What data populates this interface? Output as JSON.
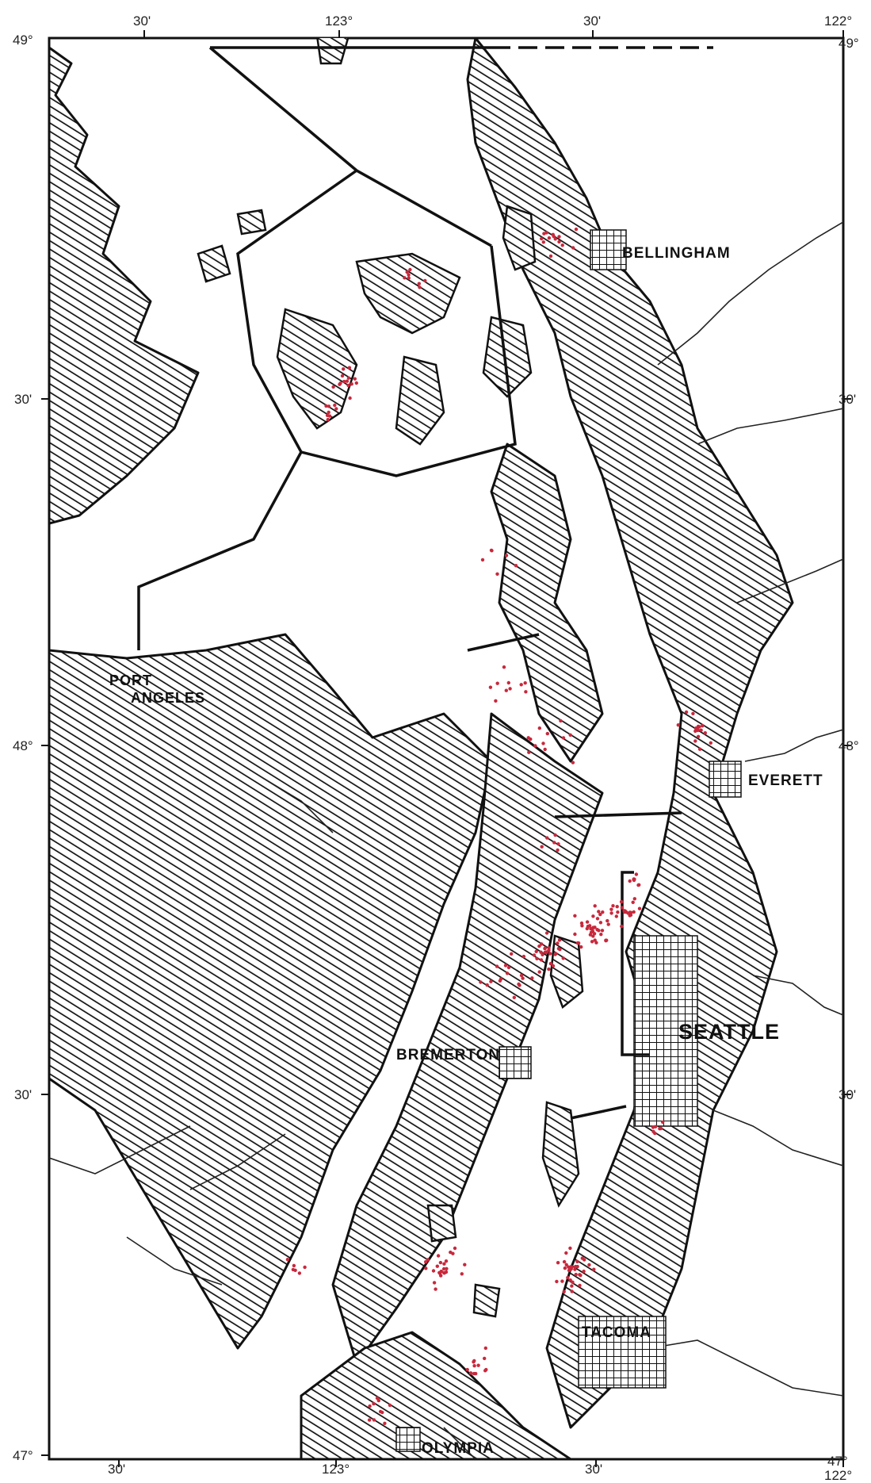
{
  "map": {
    "top_ticks": [
      {
        "id": "t1",
        "label": "30'"
      },
      {
        "id": "t2",
        "label": "123°"
      },
      {
        "id": "t3",
        "label": "30'"
      },
      {
        "id": "t4",
        "label": "122°"
      }
    ],
    "bottom_ticks": [
      {
        "id": "b1",
        "label": "30'"
      },
      {
        "id": "b2",
        "label": "123°"
      },
      {
        "id": "b3",
        "label": "30'"
      },
      {
        "id": "b4",
        "label": "47°"
      },
      {
        "id": "b5",
        "label": "122°"
      }
    ],
    "left_ticks": [
      {
        "id": "l1",
        "label": "49°"
      },
      {
        "id": "l2",
        "label": "30'"
      },
      {
        "id": "l3",
        "label": "48°"
      },
      {
        "id": "l4",
        "label": "30'"
      },
      {
        "id": "l5",
        "label": "47°"
      }
    ],
    "right_ticks": [
      {
        "id": "r1",
        "label": "49°"
      },
      {
        "id": "r2",
        "label": "30'"
      },
      {
        "id": "r3",
        "label": "48°"
      },
      {
        "id": "r4",
        "label": "30'"
      }
    ],
    "cities": {
      "bellingham": "BELLINGHAM",
      "port_angeles_1": "PORT",
      "port_angeles_2": "ANGELES",
      "everett": "EVERETT",
      "seattle": "SEATTLE",
      "bremerton": "BREMERTON",
      "tacoma": "TACOMA",
      "olympia": "OLYMPIA"
    },
    "colors": {
      "ink": "#111111",
      "sites": "#c8283c",
      "background": "#ffffff"
    }
  }
}
